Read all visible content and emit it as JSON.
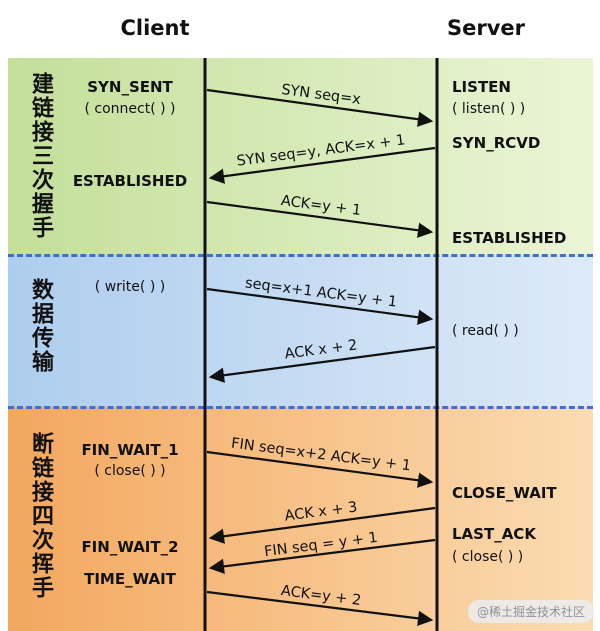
{
  "header": {
    "client": "Client",
    "server": "Server"
  },
  "sections": {
    "handshake": {
      "label": "建链接三次握手"
    },
    "transfer": {
      "label": "数据传输"
    },
    "teardown": {
      "label": "断链接四次挥手"
    }
  },
  "client": {
    "syn_sent": "SYN_SENT",
    "connect_call": "( connect( ) )",
    "established": "ESTABLISHED",
    "write_call": "( write( ) )",
    "fin_wait_1": "FIN_WAIT_1",
    "close_call": "( close( ) )",
    "fin_wait_2": "FIN_WAIT_2",
    "time_wait": "TIME_WAIT"
  },
  "server": {
    "listen_state": "LISTEN",
    "listen_call": "( listen( ) )",
    "syn_rcvd": "SYN_RCVD",
    "established": "ESTABLISHED",
    "read_call": "( read( ) )",
    "close_wait": "CLOSE_WAIT",
    "last_ack": "LAST_ACK",
    "close_call": "( close( ) )"
  },
  "messages": {
    "syn": "SYN seq=x",
    "syn_ack": "SYN seq=y, ACK=x + 1",
    "ack_handshake": "ACK=y + 1",
    "data_seg": "seq=x+1 ACK=y + 1",
    "data_ack": "ACK x + 2",
    "fin_1": "FIN seq=x+2 ACK=y + 1",
    "fin_1_ack": "ACK x + 3",
    "fin_2": "FIN seq = y + 1",
    "fin_2_ack": "ACK=y + 2"
  },
  "watermark": "@稀土掘金技术社区",
  "colors": {
    "band_green_left": "#c3df9a",
    "band_green_right": "#eaf5d6",
    "band_blue_left": "#aecdee",
    "band_blue_right": "#ddeaf8",
    "band_orange_left": "#f3a75e",
    "band_orange_right": "#fbdcb2",
    "divider_blue": "#3d6fd2",
    "line_black": "#111111"
  }
}
